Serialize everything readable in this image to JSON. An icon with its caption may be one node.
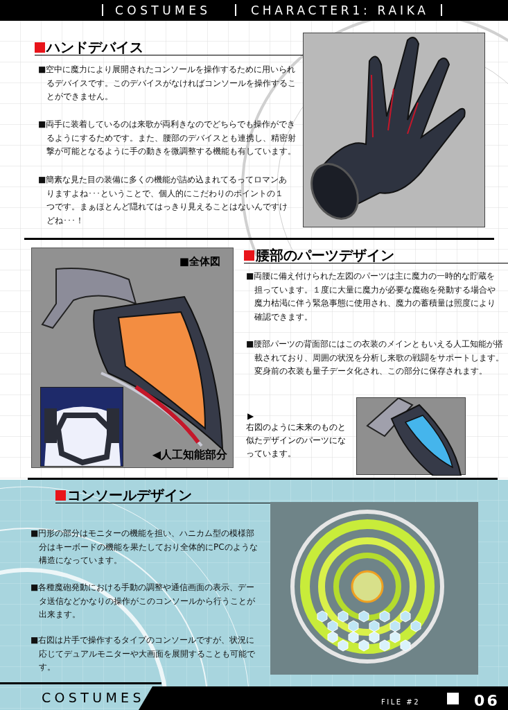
{
  "diagram": {
    "nodes": [
      {
        "text": [
          "■全体図",
          "◀人工知能部分"
        ]
      }
    ],
    "labels": [
      "COSTUMES",
      "CHARACTER1: RAIKA",
      "ハンドデバイス",
      "■空中に魔力により展開されたコンソールを操作するために用いられるデバイスです。このデバイスがなければコンソールを操作することができません。",
      "■両手に装着しているのは来歌が両利きなのでどちらでも操作ができるようにするためです。また、腰部のデバイスとも連携し、精密射撃が可能となるように手の動きを微調整する機能も有しています。",
      "■簡素な見た目の装備に多くの機能が詰め込まれてるってロマンありますよね･･･ということで、個人的にこだわりのポイントの１つです。まぁほとんど隠れてはっきり見えることはないんですけどね･･･！",
      "腰部のパーツデザイン",
      "■両腰に備え付けられた左図のパーツは主に魔力の一時的な貯蔵を担っています。１度に大量に魔力が必要な魔砲を発動する場合や魔力枯渇に伴う緊急事態に使用され、魔力の蓄積量は照度により確認できます。",
      "■腰部パーツの背面部にはこの衣装のメインともいえる人工知能が搭載されており、周囲の状況を分析し来歌の戦闘をサポートします。変身前の衣装も量子データ化され、この部分に保存されます。",
      "▶",
      "右図のように未来のものと似たデザインのパーツになっています。",
      "コンソールデザイン",
      "■円形の部分はモニターの機能を担い、ハニカム型の模様部分はキーボードの機能を果たしており全体的にPCのような構造になっています。",
      "■各種魔砲発動における手動の調整や通信画面の表示、データ送信などかなりの操作がこのコンソールから行うことが出来ます。",
      "■右図は片手で操作するタイプのコンソールですが、状況に応じてデュアルモニターや大画面を展開することも可能です。",
      "COSTUMES",
      "FILE #2",
      "06"
    ]
  }
}
